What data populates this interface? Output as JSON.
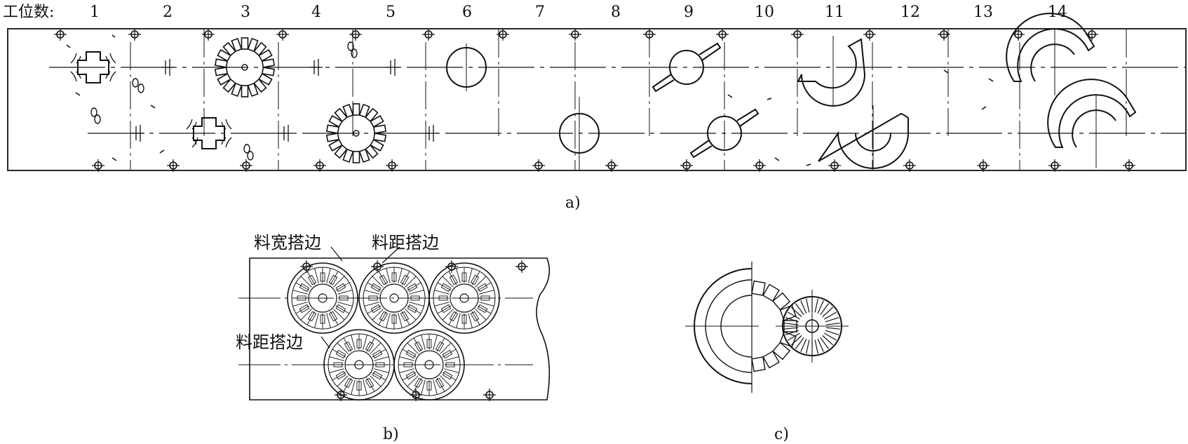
{
  "header": {
    "label": "工位数:",
    "stations": [
      "1",
      "2",
      "3",
      "4",
      "5",
      "6",
      "7",
      "8",
      "9",
      "10",
      "11",
      "12",
      "13",
      "14"
    ]
  },
  "captions": {
    "a": "a)",
    "b": "b)",
    "c": "c)"
  },
  "panel_b": {
    "width_edge_label": "料宽搭边",
    "pitch_edge_label_top": "料距搭边",
    "pitch_edge_label_side": "料距搭边"
  },
  "style": {
    "stroke": "#111111",
    "background": "#ffffff"
  }
}
